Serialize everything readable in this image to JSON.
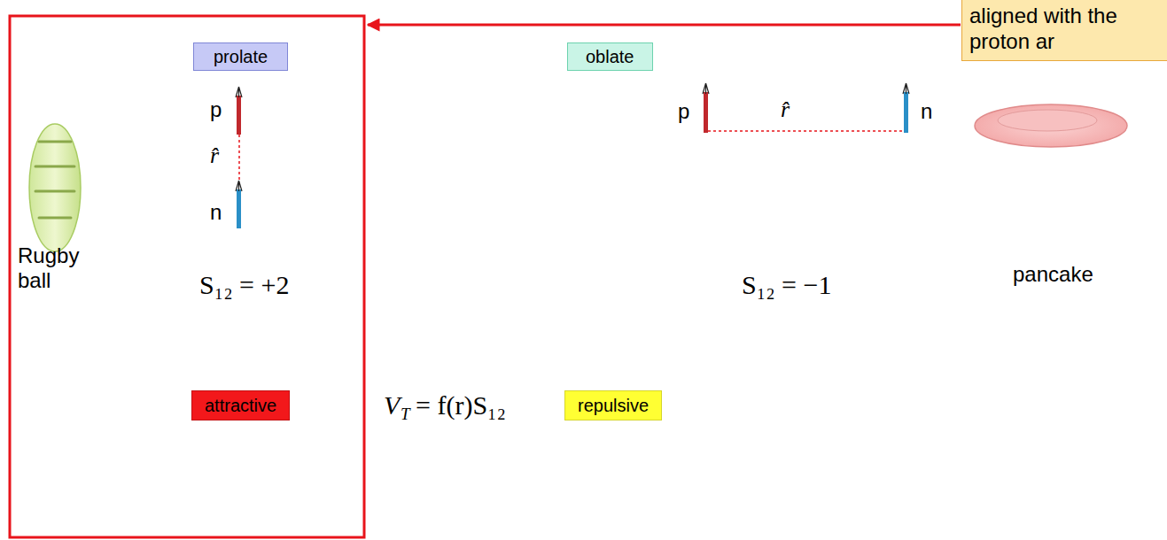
{
  "diagram": {
    "nodes": [
      {
        "text": [
          "aligned with the proton ar"
        ]
      },
      {
        "text": [
          "prolate"
        ]
      },
      {
        "text": [
          "oblate"
        ]
      },
      {
        "text": [
          "attractive"
        ]
      },
      {
        "text": [
          "repulsive"
        ]
      }
    ],
    "labels": [
      "p",
      "r̂",
      "n",
      "Rugby ball",
      "S₁₂ = +2",
      "V",
      "T",
      "= f(r)S₁₂",
      "p",
      "r̂",
      "n",
      "S₁₂ = −1",
      "pancake"
    ]
  }
}
